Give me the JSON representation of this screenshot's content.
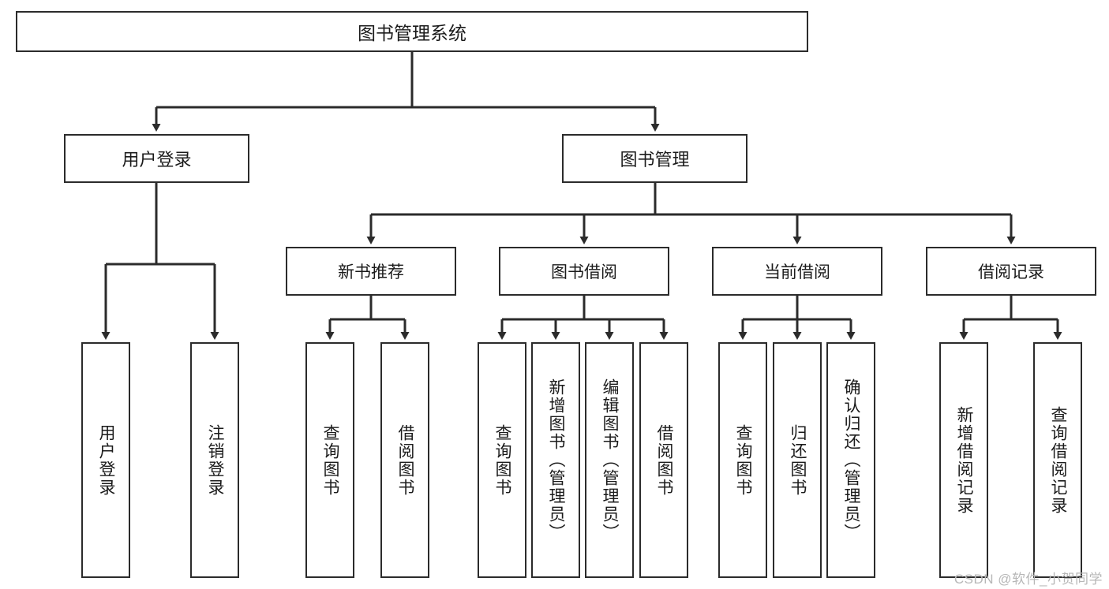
{
  "diagram": {
    "title": "图书管理系统",
    "type": "function-structure-tree",
    "root": {
      "label": "图书管理系统"
    },
    "level1": [
      {
        "label": "用户登录"
      },
      {
        "label": "图书管理"
      }
    ],
    "level2": [
      {
        "label": "新书推荐"
      },
      {
        "label": "图书借阅"
      },
      {
        "label": "当前借阅"
      },
      {
        "label": "借阅记录"
      }
    ],
    "leaves": {
      "user_login": [
        {
          "label": "用户登录"
        },
        {
          "label": "注销登录"
        }
      ],
      "new_book_recommend": [
        {
          "label": "查询图书"
        },
        {
          "label": "借阅图书"
        }
      ],
      "book_borrow": [
        {
          "label": "查询图书"
        },
        {
          "label": "新增图书（管理员）"
        },
        {
          "label": "编辑图书（管理员）"
        },
        {
          "label": "借阅图书"
        }
      ],
      "current_borrow": [
        {
          "label": "查询图书"
        },
        {
          "label": "归还图书"
        },
        {
          "label": "确认归还（管理员）"
        }
      ],
      "borrow_record": [
        {
          "label": "新增借阅记录"
        },
        {
          "label": "查询借阅记录"
        }
      ]
    }
  },
  "watermark": {
    "text": "CSDN @软件_小贺同学"
  },
  "colors": {
    "stroke": "#2b2b2b",
    "background": "#ffffff",
    "text": "#1b1b1b",
    "watermark": "#b7b7b7"
  }
}
